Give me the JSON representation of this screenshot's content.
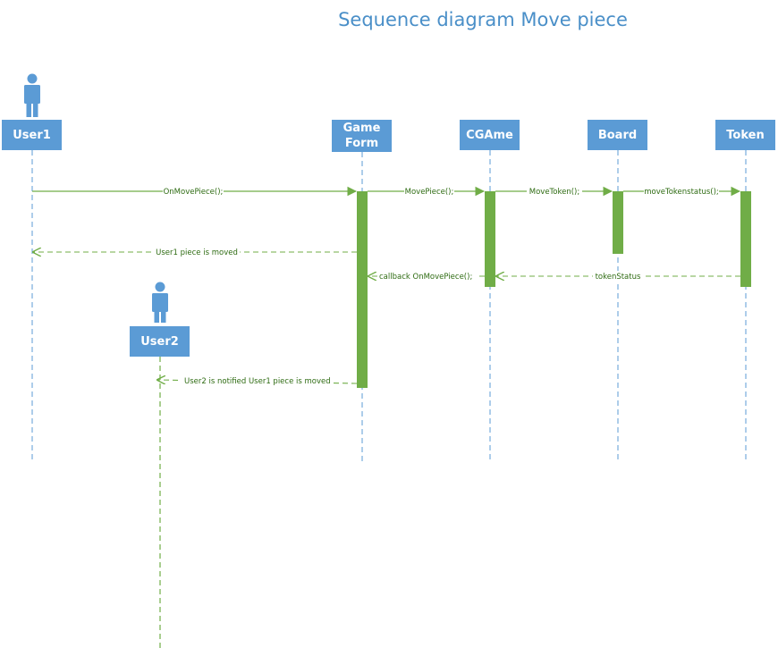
{
  "title": "Sequence diagram Move piece",
  "colors": {
    "lifeline_box": "#5b9bd5",
    "lifeline_dash": "#5b9bd5",
    "activation": "#70ad47",
    "message_text": "#2e6b12",
    "title": "#4a8fc8"
  },
  "actors": [
    {
      "id": "user1",
      "label": "User1"
    },
    {
      "id": "user2",
      "label": "User2"
    }
  ],
  "lifelines": [
    {
      "id": "gameform",
      "label": "Game Form"
    },
    {
      "id": "cgame",
      "label": "CGAme"
    },
    {
      "id": "board",
      "label": "Board"
    },
    {
      "id": "token",
      "label": "Token"
    }
  ],
  "messages": [
    {
      "id": "m1",
      "label": "OnMovePiece();",
      "type": "call",
      "from": "User1",
      "to": "Game Form"
    },
    {
      "id": "m2",
      "label": "MovePiece();",
      "type": "call",
      "from": "Game Form",
      "to": "CGAme"
    },
    {
      "id": "m3",
      "label": "MoveToken();",
      "type": "call",
      "from": "CGAme",
      "to": "Board"
    },
    {
      "id": "m4",
      "label": "moveTokenstatus();",
      "type": "call",
      "from": "Board",
      "to": "Token"
    },
    {
      "id": "m5",
      "label": "User1 piece is moved",
      "type": "return",
      "from": "Game Form",
      "to": "User1"
    },
    {
      "id": "m6",
      "label": "tokenStatus",
      "type": "return",
      "from": "Token",
      "to": "CGAme"
    },
    {
      "id": "m7",
      "label": "callback OnMovePiece();",
      "type": "return",
      "from": "CGAme",
      "to": "Game Form"
    },
    {
      "id": "m8",
      "label": "User2 is notified User1 piece is moved",
      "type": "return",
      "from": "Game Form",
      "to": "User2"
    }
  ]
}
